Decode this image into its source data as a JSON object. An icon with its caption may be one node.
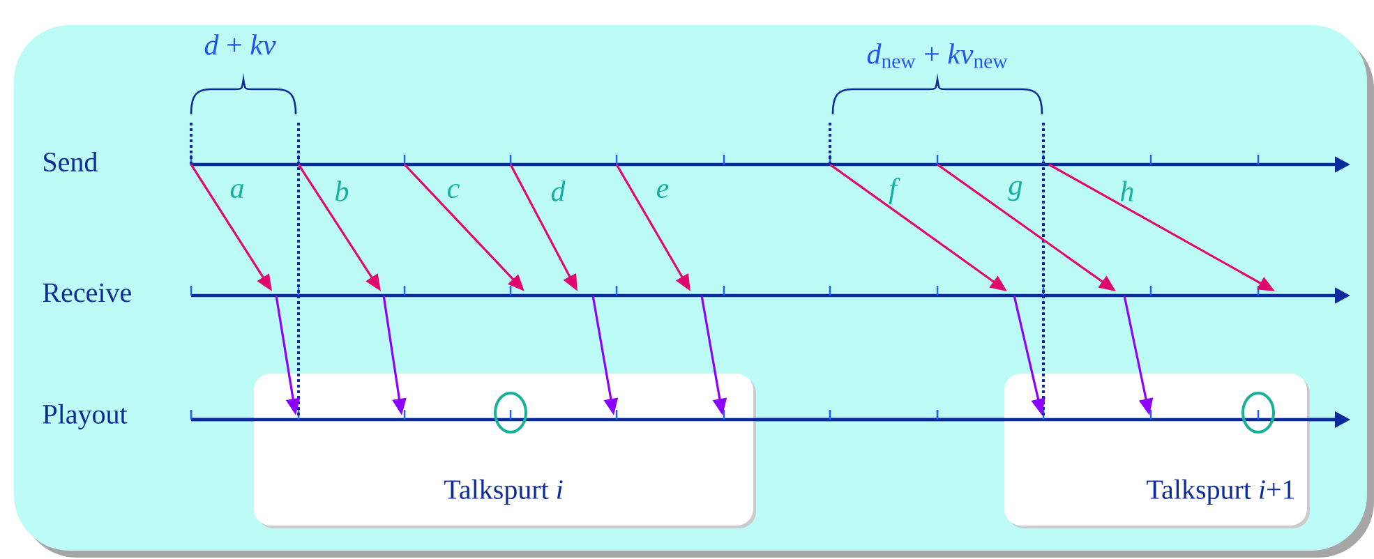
{
  "diagram": {
    "nodes": [
      {
        "text": [
          "Send"
        ]
      },
      {
        "text": [
          "Receive"
        ]
      },
      {
        "text": [
          "Playout"
        ]
      },
      {
        "text": [
          "Talkspurt *i*"
        ]
      },
      {
        "text": [
          "Talkspurt *i*+1"
        ]
      }
    ],
    "edges": [
      {
        "from": 0,
        "to": 1,
        "arrow": "to",
        "label": "a"
      },
      {
        "from": 0,
        "to": 1,
        "arrow": "to",
        "label": "b"
      },
      {
        "from": 0,
        "to": 1,
        "arrow": "to",
        "label": "c"
      },
      {
        "from": 0,
        "to": 1,
        "arrow": "to",
        "label": "d"
      },
      {
        "from": 0,
        "to": 1,
        "arrow": "to",
        "label": "e"
      },
      {
        "from": 0,
        "to": 1,
        "arrow": "to",
        "label": "f"
      },
      {
        "from": 0,
        "to": 1,
        "arrow": "to",
        "label": "g"
      },
      {
        "from": 0,
        "to": 1,
        "arrow": "to",
        "label": "h"
      },
      {
        "from": 1,
        "to": 2,
        "arrow": "to",
        "color": "#8b00ff"
      },
      {
        "from": 1,
        "to": 2,
        "arrow": "to",
        "color": "#8b00ff"
      },
      {
        "from": 1,
        "to": 2,
        "arrow": "to",
        "color": "#8b00ff"
      },
      {
        "from": 1,
        "to": 2,
        "arrow": "to",
        "color": "#8b00ff"
      },
      {
        "from": 1,
        "to": 2,
        "arrow": "to",
        "color": "#8b00ff"
      },
      {
        "from": 1,
        "to": 2,
        "arrow": "to",
        "color": "#8b00ff"
      }
    ],
    "labels": [
      "*d* + *kv*",
      "*d*$_{new}$ + *kv*$_{new}$"
    ]
  }
}
